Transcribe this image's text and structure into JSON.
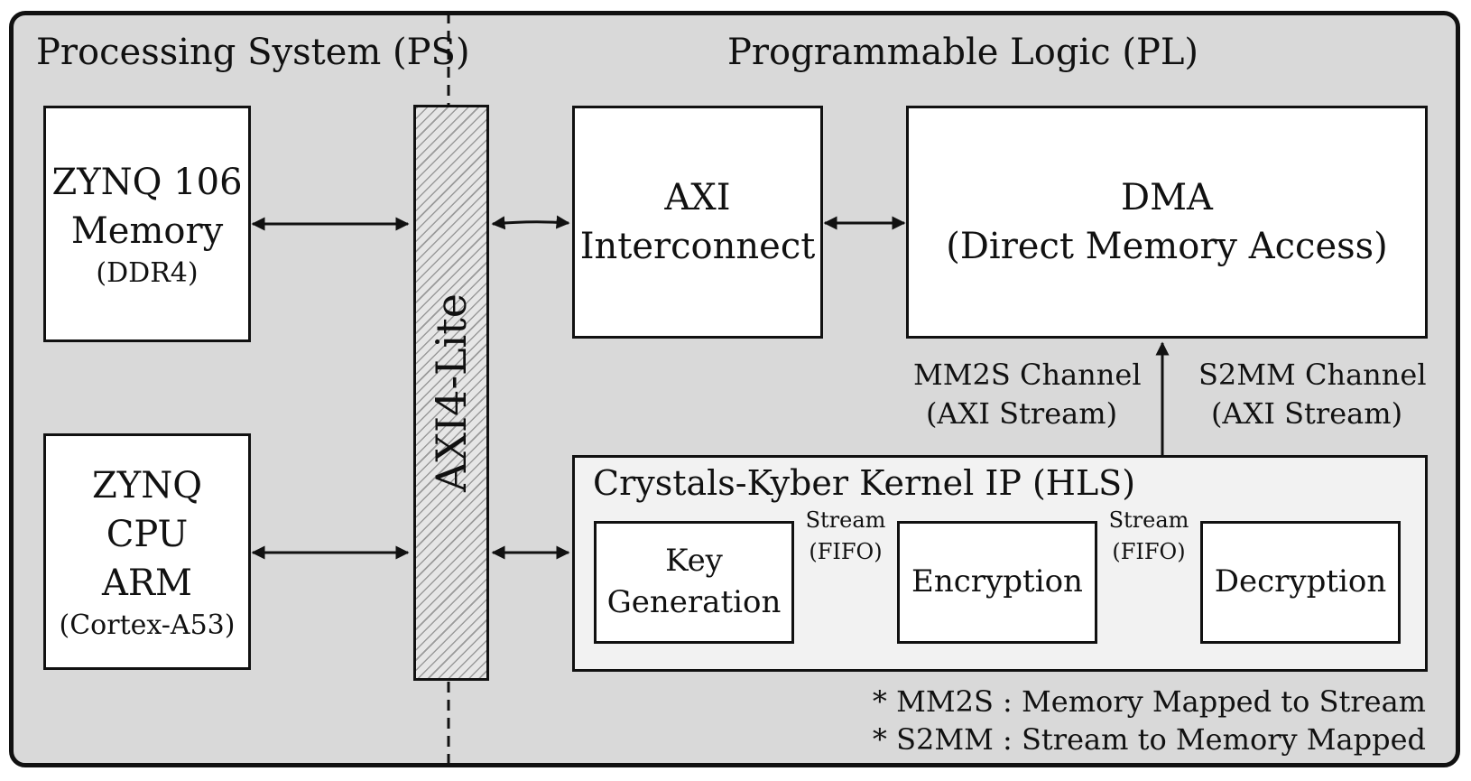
{
  "regions": {
    "ps_title": "Processing System (PS)",
    "pl_title": "Programmable Logic (PL)"
  },
  "blocks": {
    "memory": {
      "line1": "ZYNQ 106",
      "line2": "Memory",
      "sub": "(DDR4)"
    },
    "cpu": {
      "line1": "ZYNQ",
      "line2": "CPU",
      "line3": "ARM",
      "sub": "(Cortex-A53)"
    },
    "bus": "AXI4-Lite",
    "interconnect": {
      "line1": "AXI",
      "line2": "Interconnect"
    },
    "dma": {
      "line1": "DMA",
      "line2": "(Direct Memory Access)"
    },
    "kernel": {
      "title": "Crystals-Kyber Kernel IP (HLS)",
      "keygen": {
        "line1": "Key",
        "line2": "Generation"
      },
      "encryption": "Encryption",
      "decryption": "Decryption"
    }
  },
  "channels": {
    "mm2s": {
      "line1": "MM2S Channel",
      "line2": "(AXI Stream)"
    },
    "s2mm": {
      "line1": "S2MM Channel",
      "line2": "(AXI Stream)"
    }
  },
  "streams": {
    "left": {
      "line1": "Stream",
      "line2": "(FIFO)"
    },
    "right": {
      "line1": "Stream",
      "line2": "(FIFO)"
    }
  },
  "notes": {
    "mm2s": "* MM2S : Memory Mapped to Stream",
    "s2mm": "* S2MM : Stream to Memory Mapped"
  }
}
